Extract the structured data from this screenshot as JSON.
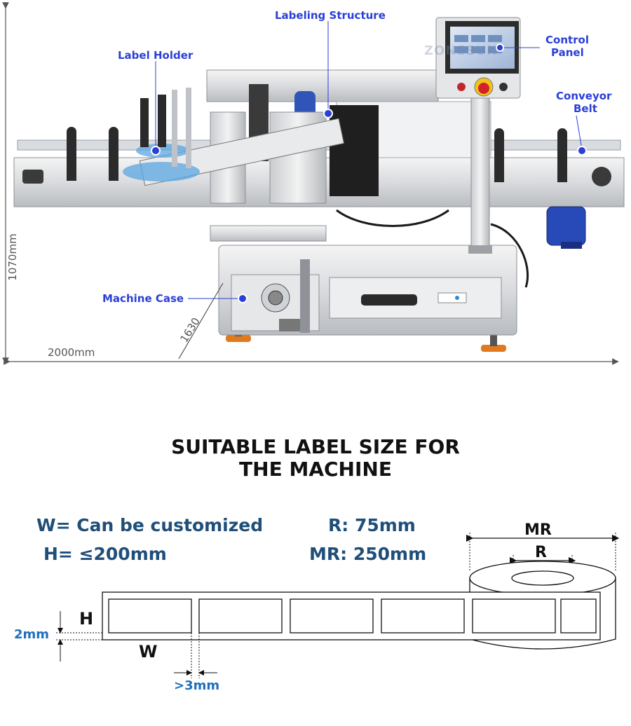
{
  "machine": {
    "callouts": {
      "labeling_structure": "Labeling Structure",
      "label_holder": "Label Holder",
      "control_panel_line1": "Control",
      "control_panel_line2": "Panel",
      "conveyor_belt_line1": "Conveyor",
      "conveyor_belt_line2": "Belt",
      "machine_case": "Machine Case"
    },
    "dimensions": {
      "height": "1070mm",
      "width": "2000mm",
      "depth": "1630"
    },
    "watermark": "ZONESUN",
    "panel_button": "EMERGENCY"
  },
  "label_section": {
    "title_line1": "SUITABLE LABEL SIZE FOR",
    "title_line2": "THE MACHINE",
    "specs": {
      "w": "W= Can be customized",
      "h": "H= ≤200mm",
      "r": "R: 75mm",
      "mr": "MR: 250mm"
    },
    "diagram": {
      "mr": "MR",
      "r": "R",
      "h": "H",
      "w": "W",
      "gap_2mm": "2mm",
      "gap_3mm": ">3mm"
    }
  },
  "colors": {
    "callout_blue": "#2b3fd6",
    "spec_blue": "#1f4e79",
    "dim_blue": "#1f6fbf"
  }
}
